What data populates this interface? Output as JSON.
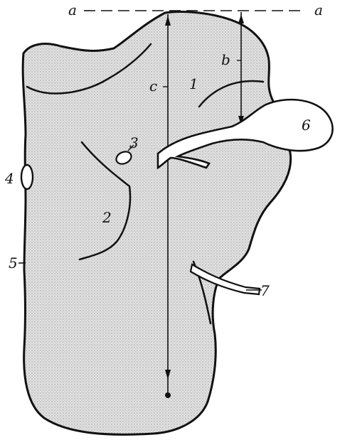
{
  "diagram": {
    "labels": {
      "a_left": "a",
      "a_right": "a",
      "b": "b",
      "c": "c",
      "n1": "1",
      "n2": "2",
      "n3": "3",
      "n4": "4",
      "n5": "5",
      "n6": "6",
      "n7": "7"
    }
  }
}
